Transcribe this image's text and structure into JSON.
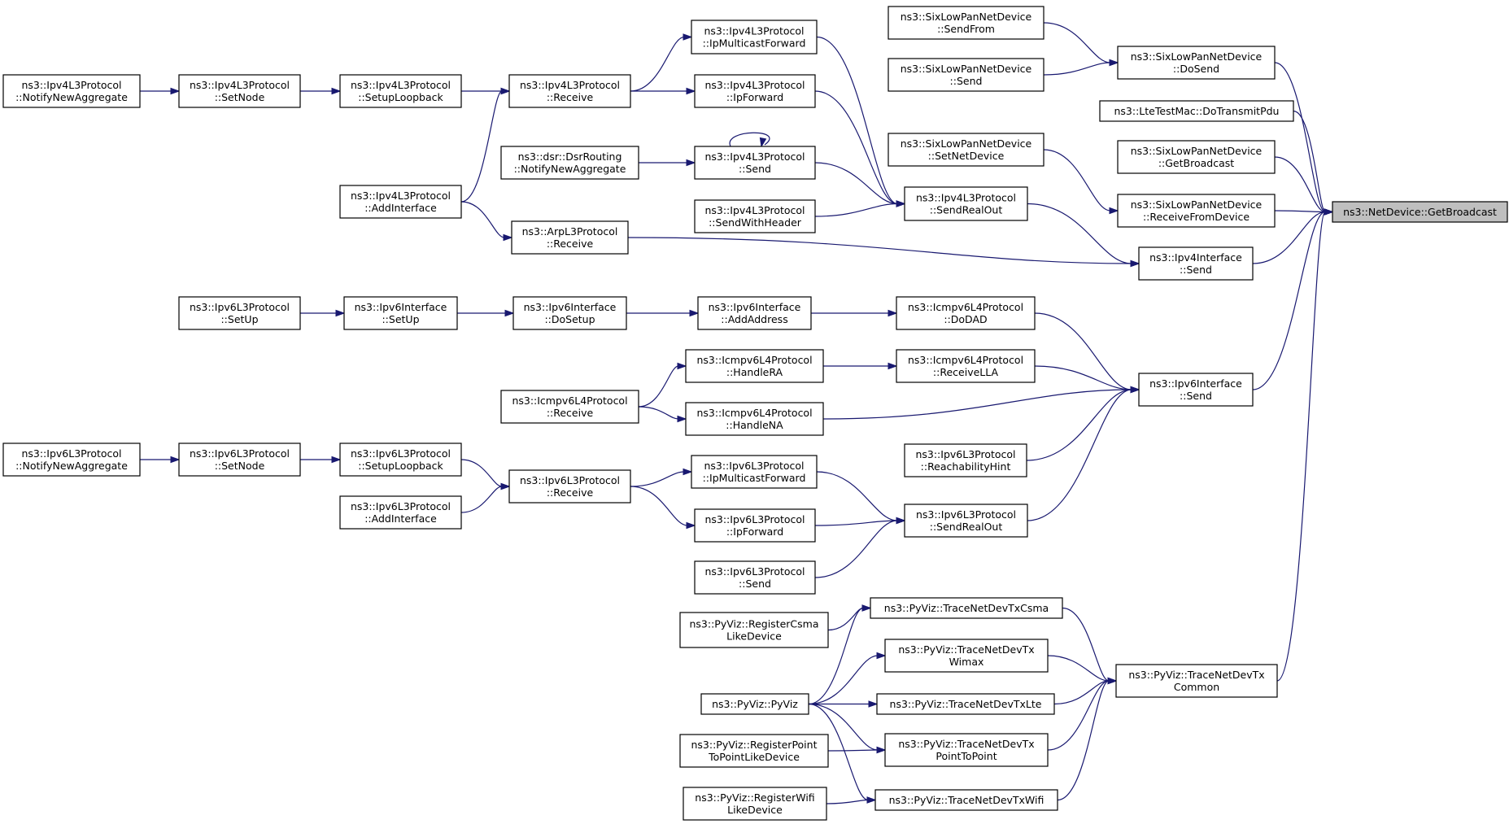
{
  "nodes": {
    "netdevice_getbroadcast": [
      "ns3::NetDevice::GetBroadcast"
    ],
    "sixlowpan_dosend": [
      "ns3::SixLowPanNetDevice",
      "::DoSend"
    ],
    "sixlowpan_sendfrom": [
      "ns3::SixLowPanNetDevice",
      "::SendFrom"
    ],
    "sixlowpan_send": [
      "ns3::SixLowPanNetDevice",
      "::Send"
    ],
    "ltetestmac_dotransmitpdu": [
      "ns3::LteTestMac::DoTransmitPdu"
    ],
    "sixlowpan_getbroadcast": [
      "ns3::SixLowPanNetDevice",
      "::GetBroadcast"
    ],
    "sixlowpan_receivefromdevice": [
      "ns3::SixLowPanNetDevice",
      "::ReceiveFromDevice"
    ],
    "sixlowpan_setnetdevice": [
      "ns3::SixLowPanNetDevice",
      "::SetNetDevice"
    ],
    "ipv4interface_send": [
      "ns3::Ipv4Interface",
      "::Send"
    ],
    "ipv4l3_sendrealout": [
      "ns3::Ipv4L3Protocol",
      "::SendRealOut"
    ],
    "ipv4l3_ipmulticastforward": [
      "ns3::Ipv4L3Protocol",
      "::IpMulticastForward"
    ],
    "ipv4l3_ipforward": [
      "ns3::Ipv4L3Protocol",
      "::IpForward"
    ],
    "ipv4l3_send": [
      "ns3::Ipv4L3Protocol",
      "::Send"
    ],
    "ipv4l3_sendwithheader": [
      "ns3::Ipv4L3Protocol",
      "::SendWithHeader"
    ],
    "ipv4l3_receive": [
      "ns3::Ipv4L3Protocol",
      "::Receive"
    ],
    "ipv4l3_setuploopback": [
      "ns3::Ipv4L3Protocol",
      "::SetupLoopback"
    ],
    "ipv4l3_setnode": [
      "ns3::Ipv4L3Protocol",
      "::SetNode"
    ],
    "ipv4l3_notifynewaggregate": [
      "ns3::Ipv4L3Protocol",
      "::NotifyNewAggregate"
    ],
    "ipv4l3_addinterface": [
      "ns3::Ipv4L3Protocol",
      "::AddInterface"
    ],
    "dsr_notifynewaggregate": [
      "ns3::dsr::DsrRouting",
      "::NotifyNewAggregate"
    ],
    "arpl3_receive": [
      "ns3::ArpL3Protocol",
      "::Receive"
    ],
    "ipv6interface_send": [
      "ns3::Ipv6Interface",
      "::Send"
    ],
    "icmpv6_dodad": [
      "ns3::Icmpv6L4Protocol",
      "::DoDAD"
    ],
    "icmpv6_receivella": [
      "ns3::Icmpv6L4Protocol",
      "::ReceiveLLA"
    ],
    "ipv6l3_reachabilityhint": [
      "ns3::Ipv6L3Protocol",
      "::ReachabilityHint"
    ],
    "ipv6l3_sendrealout": [
      "ns3::Ipv6L3Protocol",
      "::SendRealOut"
    ],
    "ipv6interface_addaddress": [
      "ns3::Ipv6Interface",
      "::AddAddress"
    ],
    "ipv6interface_dosetup": [
      "ns3::Ipv6Interface",
      "::DoSetup"
    ],
    "ipv6interface_setup": [
      "ns3::Ipv6Interface",
      "::SetUp"
    ],
    "ipv6l3_setup": [
      "ns3::Ipv6L3Protocol",
      "::SetUp"
    ],
    "icmpv6_handlera": [
      "ns3::Icmpv6L4Protocol",
      "::HandleRA"
    ],
    "icmpv6_handlena": [
      "ns3::Icmpv6L4Protocol",
      "::HandleNA"
    ],
    "icmpv6_receive": [
      "ns3::Icmpv6L4Protocol",
      "::Receive"
    ],
    "ipv6l3_ipmulticastforward": [
      "ns3::Ipv6L3Protocol",
      "::IpMulticastForward"
    ],
    "ipv6l3_ipforward": [
      "ns3::Ipv6L3Protocol",
      "::IpForward"
    ],
    "ipv6l3_send": [
      "ns3::Ipv6L3Protocol",
      "::Send"
    ],
    "ipv6l3_receive": [
      "ns3::Ipv6L3Protocol",
      "::Receive"
    ],
    "ipv6l3_setuploopback": [
      "ns3::Ipv6L3Protocol",
      "::SetupLoopback"
    ],
    "ipv6l3_setnode": [
      "ns3::Ipv6L3Protocol",
      "::SetNode"
    ],
    "ipv6l3_notifynewaggregate": [
      "ns3::Ipv6L3Protocol",
      "::NotifyNewAggregate"
    ],
    "ipv6l3_addinterface": [
      "ns3::Ipv6L3Protocol",
      "::AddInterface"
    ],
    "pyviz_tracenetdevtxcommon": [
      "ns3::PyViz::TraceNetDevTx",
      "Common"
    ],
    "pyviz_tracenetdevtxcsma": [
      "ns3::PyViz::TraceNetDevTxCsma"
    ],
    "pyviz_tracenetdevtxwimax": [
      "ns3::PyViz::TraceNetDevTx",
      "Wimax"
    ],
    "pyviz_tracenetdevtxlte": [
      "ns3::PyViz::TraceNetDevTxLte"
    ],
    "pyviz_tracenetdevtxp2p": [
      "ns3::PyViz::TraceNetDevTx",
      "PointToPoint"
    ],
    "pyviz_tracenetdevtxwifi": [
      "ns3::PyViz::TraceNetDevTxWifi"
    ],
    "pyviz_registercsma": [
      "ns3::PyViz::RegisterCsma",
      "LikeDevice"
    ],
    "pyviz_pyviz": [
      "ns3::PyViz::PyViz"
    ],
    "pyviz_registerp2p": [
      "ns3::PyViz::RegisterPoint",
      "ToPointLikeDevice"
    ],
    "pyviz_registerwifi": [
      "ns3::PyViz::RegisterWifi",
      "LikeDevice"
    ]
  },
  "highlighted": "netdevice_getbroadcast",
  "edges": [
    [
      "sixlowpan_dosend",
      "netdevice_getbroadcast"
    ],
    [
      "ltetestmac_dotransmitpdu",
      "netdevice_getbroadcast"
    ],
    [
      "sixlowpan_getbroadcast",
      "netdevice_getbroadcast"
    ],
    [
      "sixlowpan_receivefromdevice",
      "netdevice_getbroadcast"
    ],
    [
      "ipv4interface_send",
      "netdevice_getbroadcast"
    ],
    [
      "ipv6interface_send",
      "netdevice_getbroadcast"
    ],
    [
      "pyviz_tracenetdevtxcommon",
      "netdevice_getbroadcast"
    ],
    [
      "sixlowpan_sendfrom",
      "sixlowpan_dosend"
    ],
    [
      "sixlowpan_send",
      "sixlowpan_dosend"
    ],
    [
      "sixlowpan_setnetdevice",
      "sixlowpan_receivefromdevice"
    ],
    [
      "ipv4l3_sendrealout",
      "ipv4interface_send"
    ],
    [
      "arpl3_receive",
      "ipv4interface_send"
    ],
    [
      "ipv4l3_ipmulticastforward",
      "ipv4l3_sendrealout"
    ],
    [
      "ipv4l3_ipforward",
      "ipv4l3_sendrealout"
    ],
    [
      "ipv4l3_send",
      "ipv4l3_sendrealout"
    ],
    [
      "ipv4l3_sendwithheader",
      "ipv4l3_sendrealout"
    ],
    [
      "ipv4l3_receive",
      "ipv4l3_ipmulticastforward"
    ],
    [
      "ipv4l3_receive",
      "ipv4l3_ipforward"
    ],
    [
      "ipv4l3_send",
      "ipv4l3_send"
    ],
    [
      "dsr_notifynewaggregate",
      "ipv4l3_send"
    ],
    [
      "ipv4l3_setuploopback",
      "ipv4l3_receive"
    ],
    [
      "ipv4l3_addinterface",
      "ipv4l3_receive"
    ],
    [
      "ipv4l3_setnode",
      "ipv4l3_setuploopback"
    ],
    [
      "ipv4l3_notifynewaggregate",
      "ipv4l3_setnode"
    ],
    [
      "ipv4l3_addinterface",
      "arpl3_receive"
    ],
    [
      "icmpv6_dodad",
      "ipv6interface_send"
    ],
    [
      "icmpv6_receivella",
      "ipv6interface_send"
    ],
    [
      "icmpv6_handlena",
      "ipv6interface_send"
    ],
    [
      "ipv6l3_reachabilityhint",
      "ipv6interface_send"
    ],
    [
      "ipv6l3_sendrealout",
      "ipv6interface_send"
    ],
    [
      "ipv6interface_addaddress",
      "icmpv6_dodad"
    ],
    [
      "ipv6interface_dosetup",
      "ipv6interface_addaddress"
    ],
    [
      "ipv6interface_setup",
      "ipv6interface_dosetup"
    ],
    [
      "ipv6l3_setup",
      "ipv6interface_setup"
    ],
    [
      "icmpv6_handlera",
      "icmpv6_receivella"
    ],
    [
      "icmpv6_receive",
      "icmpv6_handlera"
    ],
    [
      "icmpv6_receive",
      "icmpv6_handlena"
    ],
    [
      "ipv6l3_ipmulticastforward",
      "ipv6l3_sendrealout"
    ],
    [
      "ipv6l3_ipforward",
      "ipv6l3_sendrealout"
    ],
    [
      "ipv6l3_send",
      "ipv6l3_sendrealout"
    ],
    [
      "ipv6l3_receive",
      "ipv6l3_ipmulticastforward"
    ],
    [
      "ipv6l3_receive",
      "ipv6l3_ipforward"
    ],
    [
      "ipv6l3_setuploopback",
      "ipv6l3_receive"
    ],
    [
      "ipv6l3_addinterface",
      "ipv6l3_receive"
    ],
    [
      "ipv6l3_setnode",
      "ipv6l3_setuploopback"
    ],
    [
      "ipv6l3_notifynewaggregate",
      "ipv6l3_setnode"
    ],
    [
      "pyviz_tracenetdevtxcsma",
      "pyviz_tracenetdevtxcommon"
    ],
    [
      "pyviz_tracenetdevtxwimax",
      "pyviz_tracenetdevtxcommon"
    ],
    [
      "pyviz_tracenetdevtxlte",
      "pyviz_tracenetdevtxcommon"
    ],
    [
      "pyviz_tracenetdevtxp2p",
      "pyviz_tracenetdevtxcommon"
    ],
    [
      "pyviz_tracenetdevtxwifi",
      "pyviz_tracenetdevtxcommon"
    ],
    [
      "pyviz_registercsma",
      "pyviz_tracenetdevtxcsma"
    ],
    [
      "pyviz_pyviz",
      "pyviz_tracenetdevtxcsma"
    ],
    [
      "pyviz_pyviz",
      "pyviz_tracenetdevtxwimax"
    ],
    [
      "pyviz_pyviz",
      "pyviz_tracenetdevtxlte"
    ],
    [
      "pyviz_pyviz",
      "pyviz_tracenetdevtxp2p"
    ],
    [
      "pyviz_pyviz",
      "pyviz_tracenetdevtxwifi"
    ],
    [
      "pyviz_registerp2p",
      "pyviz_tracenetdevtxp2p"
    ],
    [
      "pyviz_registerwifi",
      "pyviz_tracenetdevtxwifi"
    ]
  ],
  "colors": {
    "edge": "#191970",
    "node_border": "#000000",
    "node_fill": "#ffffff",
    "highlight_fill": "#bfbfbf"
  }
}
